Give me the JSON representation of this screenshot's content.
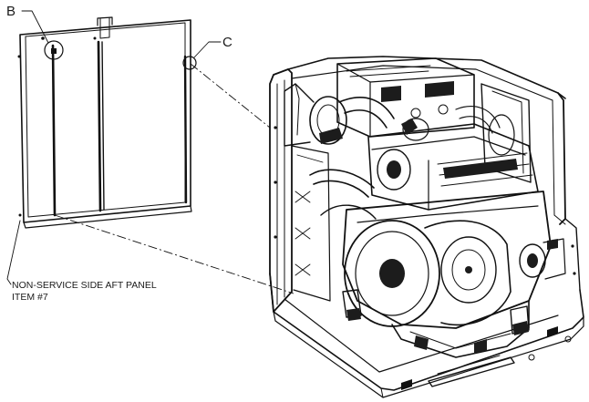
{
  "callouts": {
    "b": "B",
    "c": "C"
  },
  "panel_label": {
    "line1": "NON-SERVICE SIDE AFT PANEL",
    "line2": "ITEM #7"
  },
  "colors": {
    "ink": "#111111",
    "background": "#ffffff",
    "shade": "#1c1c1c"
  }
}
